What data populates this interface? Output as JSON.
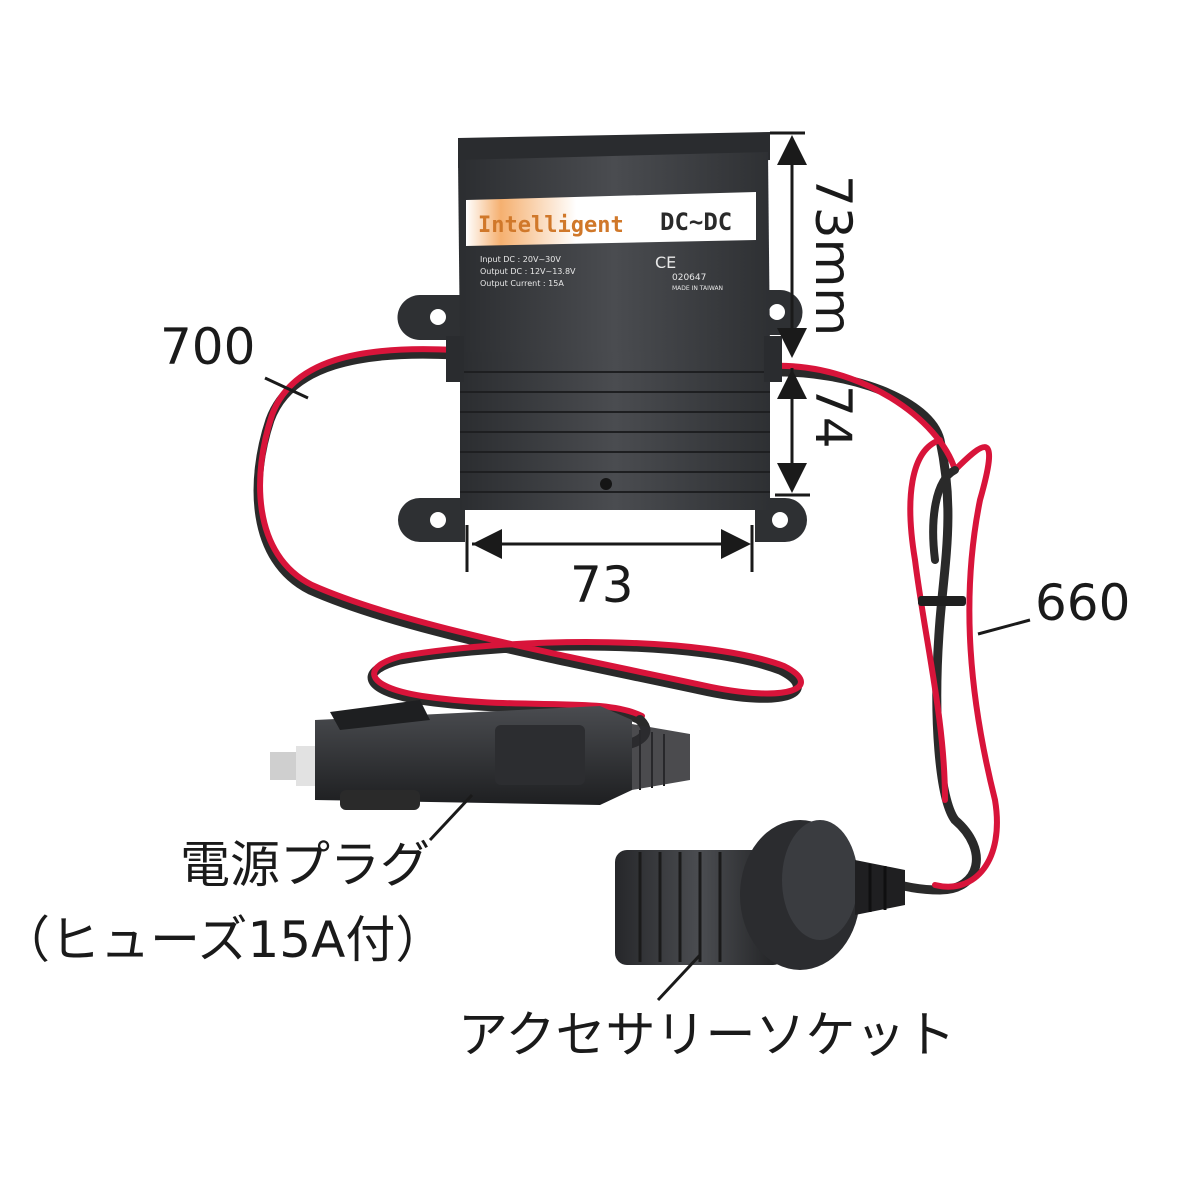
{
  "device": {
    "brand_a": "Intelligent",
    "brand_b": "DC~DC",
    "spec_lines": [
      "Input DC : 20V~30V",
      "Output DC : 12V~13.8V",
      "Output Current : 15A"
    ],
    "ce_mark": "CE",
    "model_number": "020647",
    "origin": "MADE IN TAIWAN"
  },
  "dimensions": {
    "top_height": "73mm",
    "body_height": "74",
    "body_width": "73",
    "plug_cable_length": "700",
    "socket_cable_length": "660"
  },
  "labels": {
    "plug_line1": "電源プラグ",
    "plug_line2": "（ヒューズ15A付）",
    "socket": "アクセサリーソケット"
  },
  "colors": {
    "wire_red": "#d8143a",
    "wire_black": "#2a2a2a",
    "body": "#3b3d40",
    "leader": "#1a1a1a"
  }
}
